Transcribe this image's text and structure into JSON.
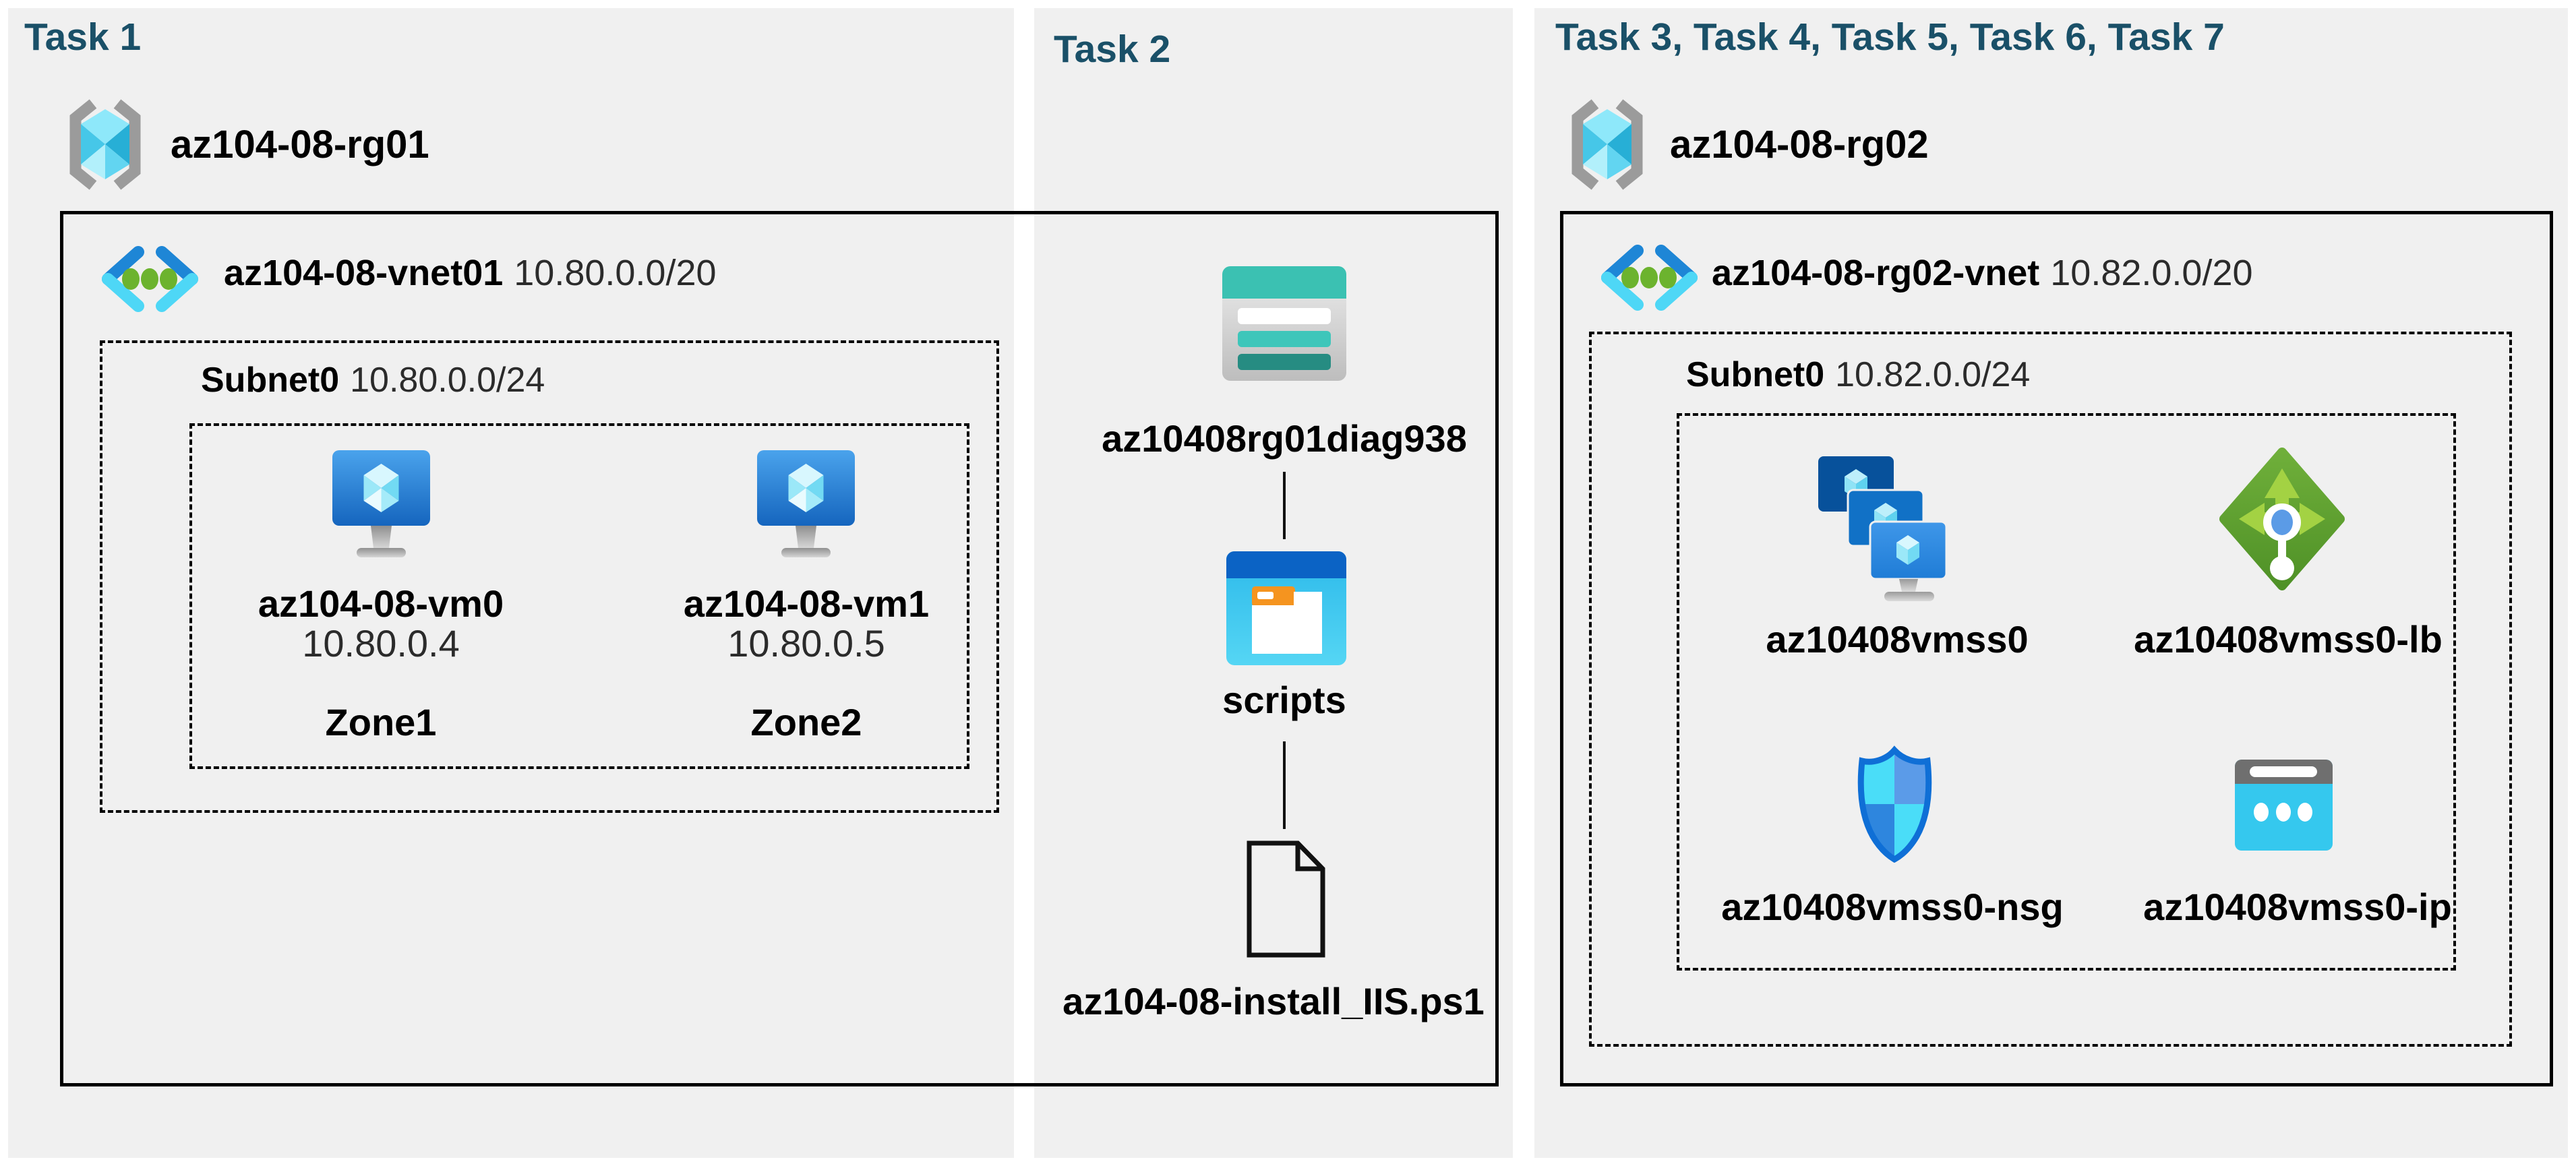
{
  "colors": {
    "panel_background": "#f0f0f0",
    "title_text": "#1a5068",
    "label_text": "#000000",
    "secondary_text": "#2b2b2b",
    "outline": "#000000"
  },
  "task1": {
    "title": "Task 1",
    "resource_group": "az104-08-rg01",
    "vnet_name": "az104-08-vnet01",
    "vnet_cidr": "10.80.0.0/20",
    "subnet_name": "Subnet0",
    "subnet_cidr": "10.80.0.0/24",
    "vms": [
      {
        "name": "az104-08-vm0",
        "ip": "10.80.0.4",
        "zone": "Zone1"
      },
      {
        "name": "az104-08-vm1",
        "ip": "10.80.0.5",
        "zone": "Zone2"
      }
    ]
  },
  "task2": {
    "title": "Task 2",
    "storage_account": "az10408rg01diag938",
    "container": "scripts",
    "script_file": "az104-08-install_IIS.ps1"
  },
  "task3": {
    "title": "Task 3, Task 4, Task 5, Task 6, Task 7",
    "resource_group": "az104-08-rg02",
    "vnet_name": "az104-08-rg02-vnet",
    "vnet_cidr": "10.82.0.0/20",
    "subnet_name": "Subnet0",
    "subnet_cidr": "10.82.0.0/24",
    "vmss": "az10408vmss0",
    "load_balancer": "az10408vmss0-lb",
    "nsg": "az10408vmss0-nsg",
    "public_ip": "az10408vmss0-ip"
  }
}
